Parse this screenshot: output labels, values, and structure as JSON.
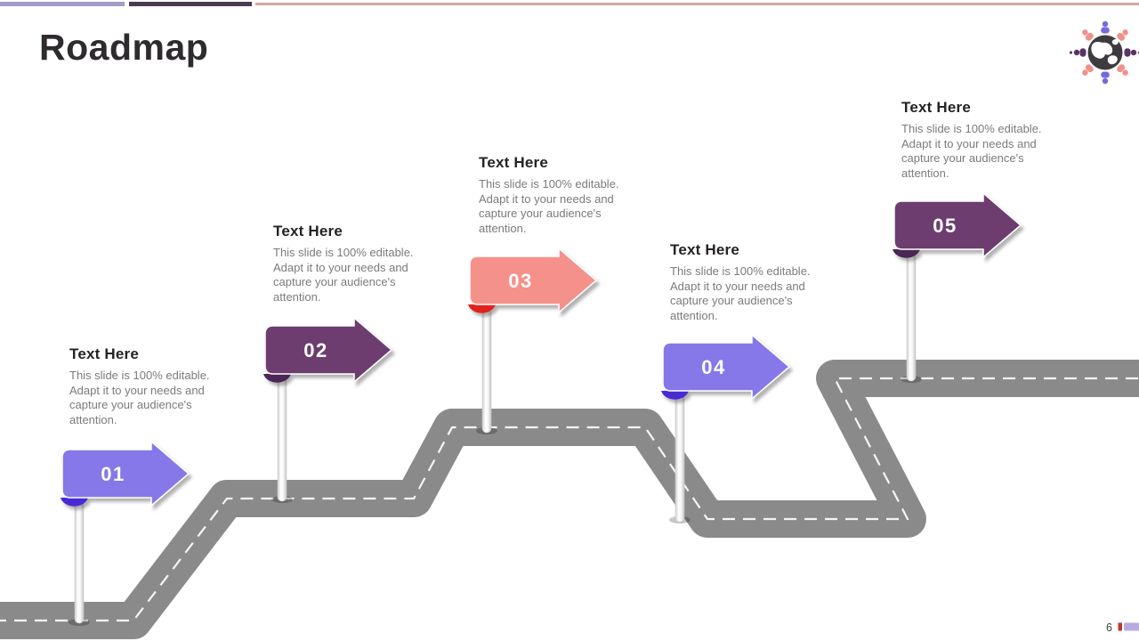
{
  "slide": {
    "title": "Roadmap"
  },
  "top_bar": {
    "segment_colors": [
      "#a29cc8",
      "#4c3b54",
      "#d5a5a3"
    ]
  },
  "logo": {
    "name": "globe-people-icon",
    "globe_color": "#3e3b40",
    "person_colors": [
      "#7668dd",
      "#f0918b",
      "#5c3365",
      "#f0918b",
      "#7668dd",
      "#f0918b",
      "#5c3365",
      "#f0918b"
    ]
  },
  "road": {
    "color": "#8a8a8a",
    "dash_color": "#f5f5f5"
  },
  "milestones": [
    {
      "number": "01",
      "title": "Text Here",
      "description": "This slide is 100% editable. Adapt it to your needs and capture your audience's attention.",
      "color": "#8678e8",
      "fold_color": "#4a2bd4"
    },
    {
      "number": "02",
      "title": "Text Here",
      "description": "This slide is 100% editable. Adapt it to your needs and capture your audience's attention.",
      "color": "#6d3c70",
      "fold_color": "#4b2656"
    },
    {
      "number": "03",
      "title": "Text Here",
      "description": "This slide is 100% editable. Adapt it to your needs and capture your audience's attention.",
      "color": "#f5918b",
      "fold_color": "#e3211a"
    },
    {
      "number": "04",
      "title": "Text Here",
      "description": "This slide is 100% editable. Adapt it to your needs and capture your audience's attention.",
      "color": "#8678e8",
      "fold_color": "#4a2bd4"
    },
    {
      "number": "05",
      "title": "Text Here",
      "description": "This slide is 100% editable. Adapt it to your needs and capture your audience's attention.",
      "color": "#6d3c70",
      "fold_color": "#4b2656"
    }
  ],
  "footer": {
    "page_number": "6",
    "accent_colors": [
      "#c0392b",
      "#b7abdf"
    ]
  }
}
